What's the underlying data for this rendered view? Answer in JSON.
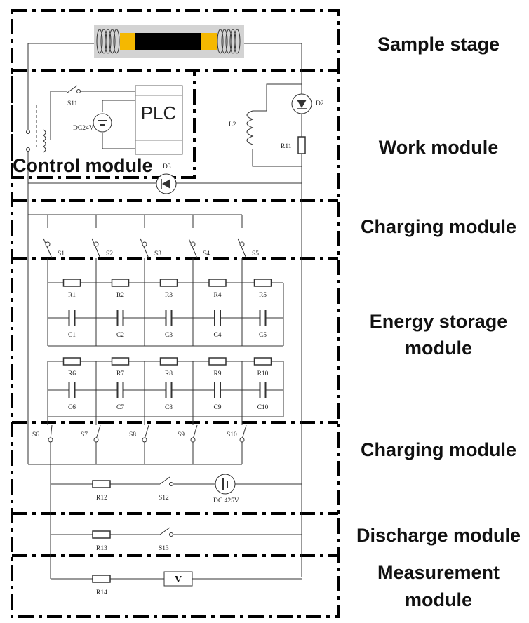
{
  "modules": {
    "sample_stage": "Sample stage",
    "work": "Work module",
    "control": "Control module",
    "charging_top": "Charging module",
    "energy_storage_line1": "Energy storage",
    "energy_storage_line2": "module",
    "charging_bottom": "Charging module",
    "discharge": "Discharge module",
    "measurement_line1": "Measurement",
    "measurement_line2": "module"
  },
  "components": {
    "plc": "PLC",
    "s11": "S11",
    "dc24v": "DC24V",
    "d2": "D2",
    "l2": "L2",
    "r11": "R11",
    "d3": "D3",
    "charge_switches": [
      "S1",
      "S2",
      "S3",
      "S4",
      "S5"
    ],
    "resistors_top": [
      "R1",
      "R2",
      "R3",
      "R4",
      "R5"
    ],
    "capacitors_top": [
      "C1",
      "C2",
      "C3",
      "C4",
      "C5"
    ],
    "resistors_bottom": [
      "R6",
      "R7",
      "R8",
      "R9",
      "R10"
    ],
    "capacitors_bottom": [
      "C6",
      "C7",
      "C8",
      "C9",
      "C10"
    ],
    "discharge_switches": [
      "S6",
      "S7",
      "S8",
      "S9",
      "S10"
    ],
    "r12": "R12",
    "s12": "S12",
    "dc425v": "DC 425V",
    "r13": "R13",
    "s13": "S13",
    "r14": "R14",
    "voltmeter": "V"
  },
  "colors": {
    "coil_end": "#f5b800",
    "rod_core": "#000000",
    "stage_bg": "#d3d3d3"
  }
}
